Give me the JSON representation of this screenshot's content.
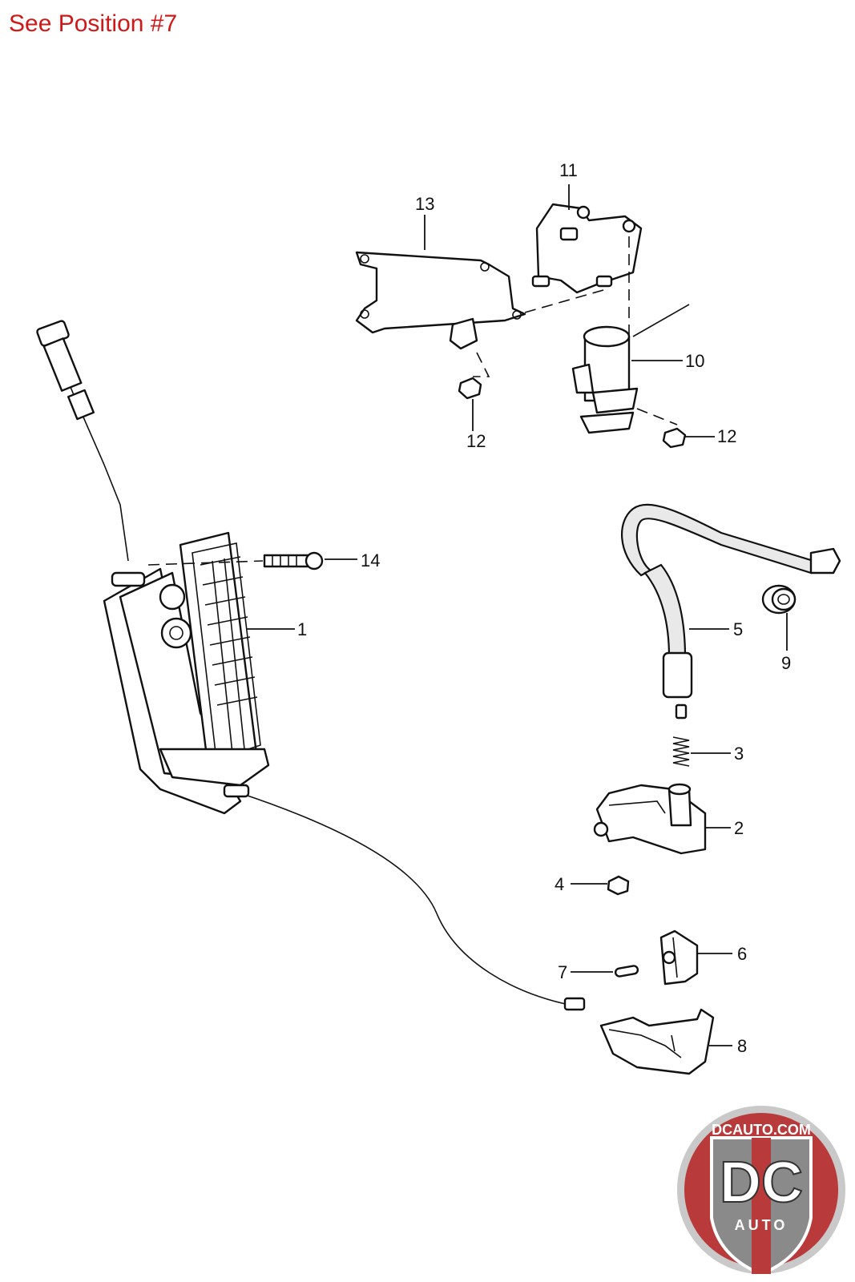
{
  "note": {
    "text": "See Position #7",
    "color": "#d01818"
  },
  "callouts": [
    {
      "id": "1",
      "text": "1"
    },
    {
      "id": "2",
      "text": "2"
    },
    {
      "id": "3",
      "text": "3"
    },
    {
      "id": "4",
      "text": "4"
    },
    {
      "id": "5",
      "text": "5"
    },
    {
      "id": "6",
      "text": "6"
    },
    {
      "id": "7",
      "text": "7"
    },
    {
      "id": "8",
      "text": "8"
    },
    {
      "id": "9",
      "text": "9"
    },
    {
      "id": "10",
      "text": "10"
    },
    {
      "id": "11",
      "text": "11"
    },
    {
      "id": "12a",
      "text": "12"
    },
    {
      "id": "12b",
      "text": "12"
    },
    {
      "id": "13",
      "text": "13"
    },
    {
      "id": "14",
      "text": "14"
    }
  ],
  "logo": {
    "domain": "DCAUTO.COM",
    "monogram": "DC",
    "word": "AUTO",
    "colors": {
      "ring": "#c9c9c9",
      "body": "#b83a3a",
      "shield": "#8a8a8a",
      "accent": "#ffffff"
    }
  }
}
